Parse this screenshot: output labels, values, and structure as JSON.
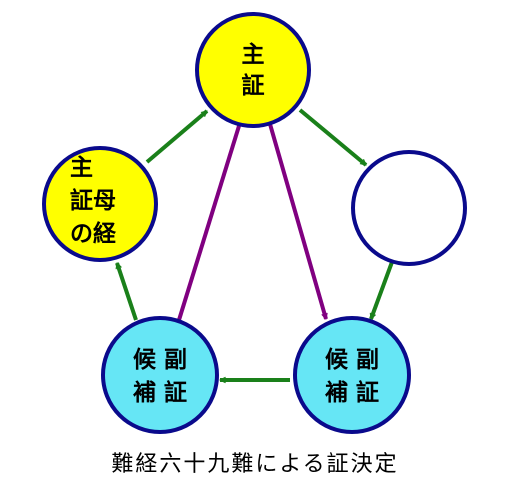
{
  "colors": {
    "yellow": "#ffff00",
    "cyan": "#66e6f5",
    "white": "#ffffff",
    "outline": "#0a0a8c",
    "green": "#1a801a",
    "purple": "#800080"
  },
  "nodes": {
    "main": {
      "line1": "主",
      "line2": "証"
    },
    "mother": {
      "line1": "主",
      "line2": "証母",
      "line3": "の経"
    },
    "empty": {},
    "right_sub": {
      "line1": "候 副",
      "line2": "補 証"
    },
    "left_sub": {
      "line1": "候 副",
      "line2": "補 証"
    }
  },
  "caption": "難経六十九難による証決定"
}
